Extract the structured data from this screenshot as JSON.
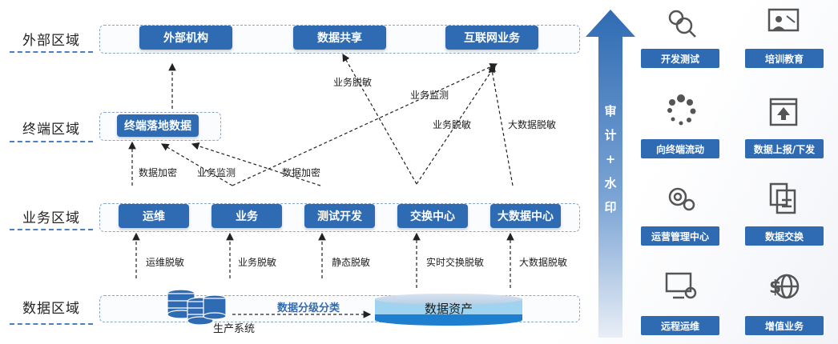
{
  "zones": [
    {
      "id": "external",
      "label": "外部区域"
    },
    {
      "id": "terminal",
      "label": "终端区域"
    },
    {
      "id": "business",
      "label": "业务区域"
    },
    {
      "id": "data",
      "label": "数据区域"
    }
  ],
  "nodes": {
    "external_org": "外部机构",
    "data_sharing": "数据共享",
    "internet_biz": "互联网业务",
    "terminal_data": "终端落地数据",
    "ops": "运维",
    "biz": "业务",
    "test_dev": "测试开发",
    "exchange_center": "交换中心",
    "bigdata_center": "大数据中心"
  },
  "edge_labels": {
    "biz_desens_top": "业务脱敏",
    "biz_monitor_top": "业务监测",
    "biz_desens_mid": "业务脱敏",
    "bigdata_desens_top": "大数据脱敏",
    "data_encrypt_left": "数据加密",
    "biz_monitor_left": "业务监测",
    "data_encrypt_right": "数据加密",
    "ops_desens": "运维脱敏",
    "biz_desens_bottom": "业务脱敏",
    "static_desens": "静态脱敏",
    "realtime_desens": "实时交换脱敏",
    "bigdata_desens_bottom": "大数据脱敏"
  },
  "data_flow_label": "数据分级分类",
  "production_system": "生产系统",
  "data_asset": "数据资产",
  "audit_chars": [
    "审",
    "计",
    "+",
    "水",
    "印"
  ],
  "services": [
    {
      "label": "开发测试",
      "icon": "magnifier-gear-icon"
    },
    {
      "label": "培训教育",
      "icon": "presentation-board-icon"
    },
    {
      "label": "向终端流动",
      "icon": "dots-spinner-icon"
    },
    {
      "label": "数据上报/下发",
      "icon": "upload-board-icon"
    },
    {
      "label": "运营管理中心",
      "icon": "gears-icon"
    },
    {
      "label": "数据交换",
      "icon": "document-exchange-icon"
    },
    {
      "label": "远程运维",
      "icon": "monitor-gear-icon"
    },
    {
      "label": "增值业务",
      "icon": "globe-dollar-icon"
    }
  ],
  "colors": {
    "primary": "#2f6bb3",
    "dashed_line": "#4a7fc4",
    "arrow_top": "#2f6bb3",
    "arrow_bottom": "#e9eef6"
  }
}
